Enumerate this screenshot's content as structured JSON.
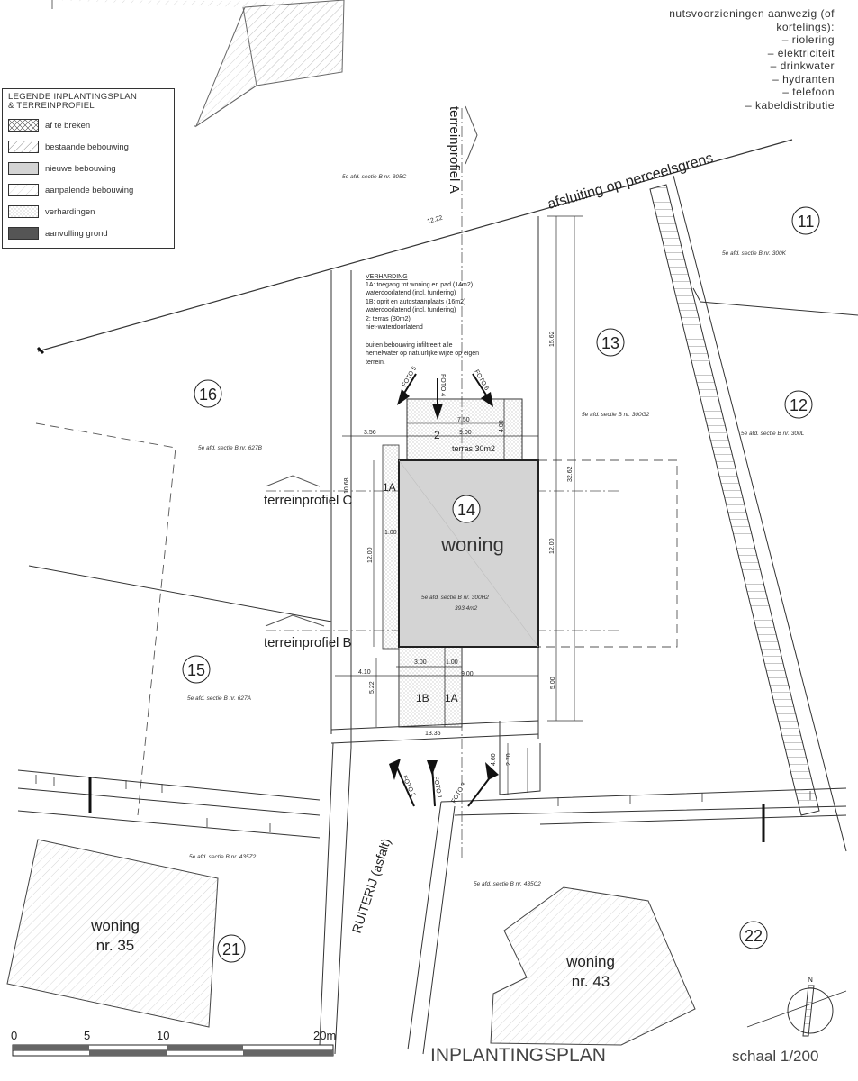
{
  "utilities": {
    "header": [
      "nutsvoorzieningen aanwezig (of",
      "kortelings):"
    ],
    "items": [
      "– riolering",
      "– elektriciteit",
      "– drinkwater",
      "– hydranten",
      "– telefoon",
      "– kabeldistributie"
    ]
  },
  "legend": {
    "title": [
      "LEGENDE INPLANTINGSPLAN",
      "& TERREINPROFIEL"
    ],
    "items": [
      {
        "label": "af te breken",
        "pattern": "crosshatch"
      },
      {
        "label": "bestaande bebouwing",
        "pattern": "hatch"
      },
      {
        "label": "nieuwe bebouwing",
        "pattern": "grey"
      },
      {
        "label": "aanpalende bebouwing",
        "pattern": "light-hatch"
      },
      {
        "label": "verhardingen",
        "pattern": "dots"
      },
      {
        "label": "aanvulling grond",
        "pattern": "dark"
      }
    ]
  },
  "plot_labels": {
    "afsluiting": "afsluiting op perceelsgrens",
    "profiel_a": "terreinprofiel A",
    "profiel_b": "terreinprofiel B",
    "profiel_c": "terreinprofiel C",
    "woning_main": "woning",
    "terras": "terras 30m2",
    "area": "393,4m2",
    "street": "RUITERIJ (asfalt)",
    "woning35": [
      "woning",
      "nr. 35"
    ],
    "woning43": [
      "woning",
      "nr. 43"
    ]
  },
  "parcel_numbers": [
    "11",
    "12",
    "13",
    "14",
    "15",
    "16",
    "21",
    "22"
  ],
  "sections": {
    "s305c": "5e afd. sectie B nr. 305C",
    "s300k": "5e afd. sectie B nr. 300K",
    "s300g2": "5e afd. sectie B nr. 300G2",
    "s300l": "5e afd. sectie B nr. 300L",
    "s627b": "5e afd. sectie B nr. 627B",
    "s627a": "5e afd. sectie B nr. 627A",
    "s300h2": "5e afd. sectie B nr. 300H2",
    "s435z2": "5e afd. sectie B nr. 435Z2",
    "s435c2": "5e afd. sectie B nr. 435C2"
  },
  "verharding_note": [
    "VERHARDING",
    "1A:  toegang tot woning en pad (14m2)",
    "        waterdoorlatend (incl. fundering)",
    "1B:  oprit en autostaanplaats (16m2)",
    "        waterdoorlatend (incl. fundering)",
    "2:  terras (30m2)",
    "        niet-waterdoorlatend",
    "",
    "buiten bebouwing infiltreert alle",
    "hemelwater op natuurlijke wijze op eigen",
    "terrein."
  ],
  "zone_labels": {
    "z1a_top": "1A",
    "z1a_bottom": "1A",
    "z1b": "1B",
    "z2": "2"
  },
  "photos": [
    "FOTO 1",
    "FOTO 2",
    "FOTO 3",
    "FOTO 4",
    "FOTO 5",
    "FOTO 6"
  ],
  "dimensions": {
    "d1222": "12.22",
    "d1562": "15.62",
    "d3262": "32.62",
    "d750": "7.50",
    "d900a": "9.00",
    "d400": "4.00",
    "d356": "3.56",
    "d1068": "10.68",
    "d100a": "1.00",
    "d1200a": "12.00",
    "d1200b": "12.00",
    "d300": "3.00",
    "d100b": "1.00",
    "d410": "4.10",
    "d900b": "9.00",
    "d522": "5.22",
    "d500": "5.00",
    "d1335": "13.35",
    "d460": "4.60",
    "d270": "2.70"
  },
  "scale_bar": {
    "ticks": [
      "0",
      "5",
      "10",
      "20m"
    ]
  },
  "title": "INPLANTINGSPLAN",
  "scale": "schaal 1/200",
  "north": "N"
}
